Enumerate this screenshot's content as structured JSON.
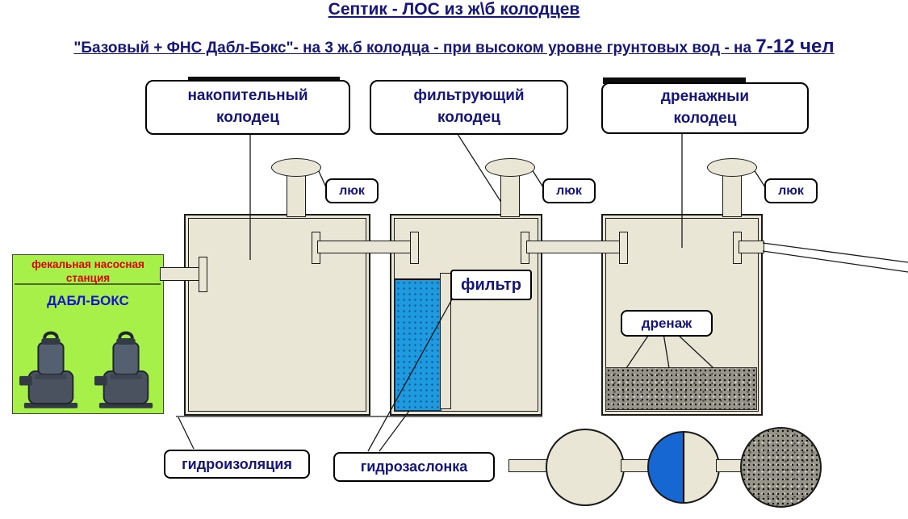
{
  "titles": {
    "line1": "Септик - ЛОС из ж\\б колодцев",
    "line2": "\"Базовый + ФНС Дабл-Бокс\"- на 3 ж.б колодца - при высоком уровне грунтовых вод - на ",
    "line2_large": "7-12 чел"
  },
  "tank_labels": {
    "storage": "накопительный\nколодец",
    "filtering": "фильтрующий\nколодец",
    "drainage": "дренажныи\nколодец"
  },
  "callouts": {
    "hatch": "люк",
    "filter": "фильтр",
    "drain": "дренаж",
    "waterproofing": "гидроизоляция",
    "gate": "гидрозаслонка"
  },
  "pump_station": {
    "name": "фекальная насосная\nстанция",
    "model": "ДАБЛ-БОКС"
  },
  "colors": {
    "text_navy": "#15157a",
    "concrete_beige": "#eae6d6",
    "water_blue": "#1e9ae0",
    "station_green": "#a7f04a",
    "station_name_red": "#dd0000",
    "station_model_blue": "#1414cc",
    "gravel_gray": "#97948a"
  }
}
